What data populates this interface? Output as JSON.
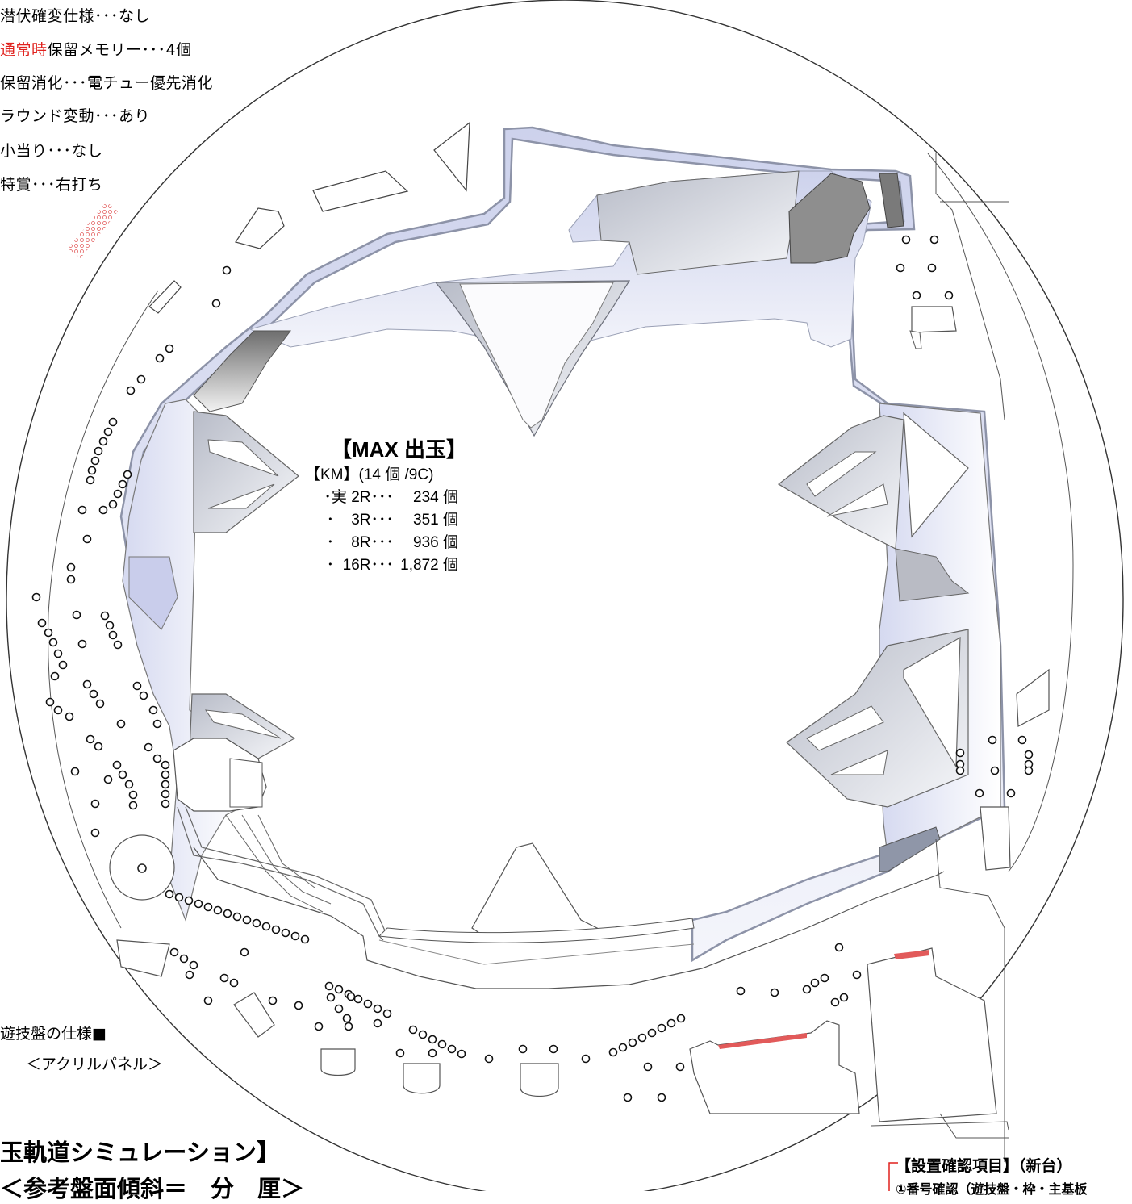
{
  "specs": [
    {
      "prefix": "",
      "highlight": "",
      "text": "潜伏確変仕様･･･なし"
    },
    {
      "prefix": "",
      "highlight": "通常時",
      "text": "保留メモリー･･･4個"
    },
    {
      "prefix": "",
      "highlight": "",
      "text": "保留消化･･･電チュー優先消化"
    },
    {
      "prefix": "",
      "highlight": "",
      "text": "ラウンド変動･･･あり"
    },
    {
      "prefix": "",
      "highlight": "",
      "text": "小当り･･･なし"
    },
    {
      "prefix": "",
      "highlight": "",
      "text": "特賞･･･右打ち"
    }
  ],
  "max_out": {
    "title": "【MAX 出玉】",
    "subtitle": "【KM】(14 個 /9C)",
    "rows": [
      {
        "label": "･実 2R･･･",
        "value": "234 個"
      },
      {
        "label": "･    3R･･･",
        "value": "351 個"
      },
      {
        "label": "･    8R･･･",
        "value": "936 個"
      },
      {
        "label": "･  16R･･･",
        "value": "1,872 個"
      }
    ]
  },
  "board_spec_label": "遊技盤の仕様■",
  "acrylic_label": "＜アクリルパネル＞",
  "simulation_title": "玉軌道シミュレーション】",
  "simulation_subtitle": "＜参考盤面傾斜＝　分　厘＞",
  "install_check_title": "【設置確認項目】（新台）",
  "install_check_item": "①番号確認（遊技盤・枠・主基板",
  "colors": {
    "highlight": "#e0211d",
    "rail_fill": "#dfe3f4",
    "dark_part": "#8a8a8a",
    "red_strip": "#e25a5a"
  }
}
